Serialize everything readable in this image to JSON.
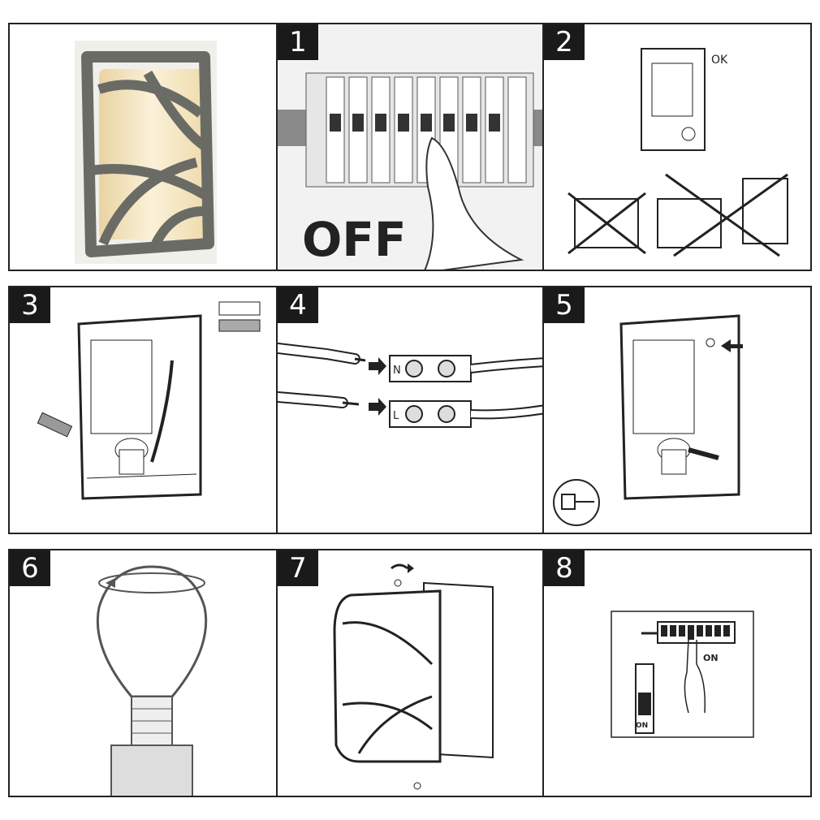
{
  "steps": [
    "1",
    "2",
    "3",
    "4",
    "5",
    "6",
    "7",
    "8"
  ],
  "step1": {
    "label": "OFF"
  },
  "step2": {
    "ok_label": "OK"
  },
  "step4": {
    "terminal_n": "N",
    "terminal_l": "L"
  },
  "step8": {
    "switch_label": "ON",
    "side_label": "ON"
  },
  "colors": {
    "badge": "#1a1a1a",
    "lamp_glow": "#f6e7c4",
    "lamp_body": "#6b6b66",
    "line": "#222222"
  }
}
